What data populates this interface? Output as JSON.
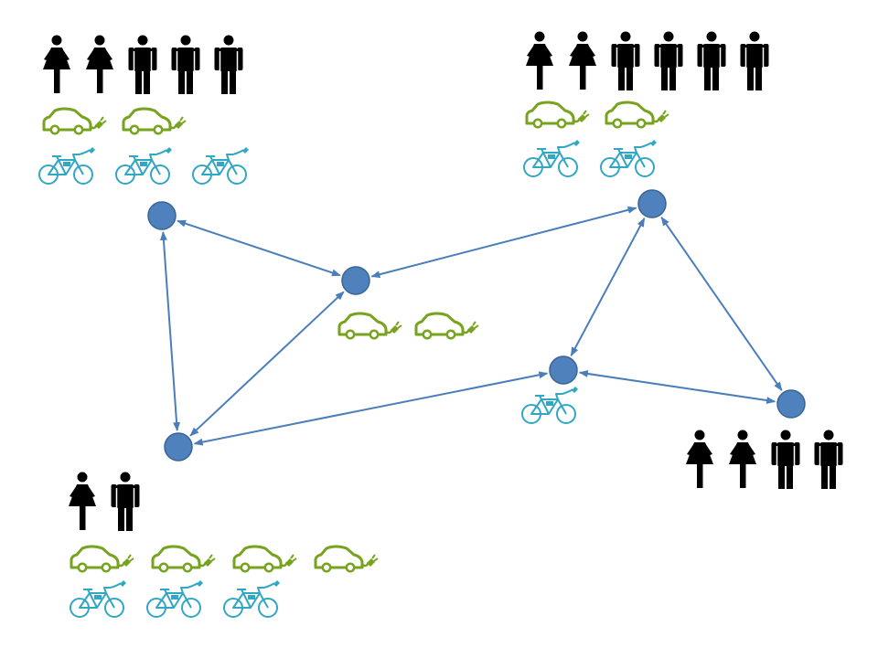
{
  "colors": {
    "node_fill": "#4f81bd",
    "node_stroke": "#3a6496",
    "edge": "#4a7ebb",
    "female": "#000000",
    "male": "#000000",
    "ecar": "#77a31f",
    "ebike": "#31a7c4",
    "background": "#ffffff"
  },
  "icon_names": {
    "female": "woman-icon",
    "male": "man-icon",
    "ecar": "electric-car-icon",
    "ebike": "electric-bike-icon"
  },
  "nodes": [
    {
      "id": "n1",
      "label": "",
      "people": {
        "female": 2,
        "male": 3
      },
      "ecars": 2,
      "ebikes": 3
    },
    {
      "id": "n2",
      "label": "",
      "people": {
        "female": 0,
        "male": 0
      },
      "ecars": 2,
      "ebikes": 0
    },
    {
      "id": "n3",
      "label": "",
      "people": {
        "female": 2,
        "male": 4
      },
      "ecars": 2,
      "ebikes": 2
    },
    {
      "id": "n4",
      "label": "",
      "people": {
        "female": 0,
        "male": 0
      },
      "ecars": 0,
      "ebikes": 1
    },
    {
      "id": "n5",
      "label": "",
      "people": {
        "female": 2,
        "male": 2
      },
      "ecars": 0,
      "ebikes": 0
    },
    {
      "id": "n6",
      "label": "",
      "people": {
        "female": 1,
        "male": 1
      },
      "ecars": 4,
      "ebikes": 3
    }
  ],
  "edges": [
    {
      "from": "n1",
      "to": "n2",
      "bidirectional": true
    },
    {
      "from": "n1",
      "to": "n6",
      "bidirectional": true
    },
    {
      "from": "n2",
      "to": "n6",
      "bidirectional": true
    },
    {
      "from": "n2",
      "to": "n3",
      "bidirectional": true
    },
    {
      "from": "n3",
      "to": "n4",
      "bidirectional": true
    },
    {
      "from": "n3",
      "to": "n5",
      "bidirectional": true
    },
    {
      "from": "n4",
      "to": "n5",
      "bidirectional": true
    },
    {
      "from": "n4",
      "to": "n6",
      "bidirectional": true
    }
  ]
}
